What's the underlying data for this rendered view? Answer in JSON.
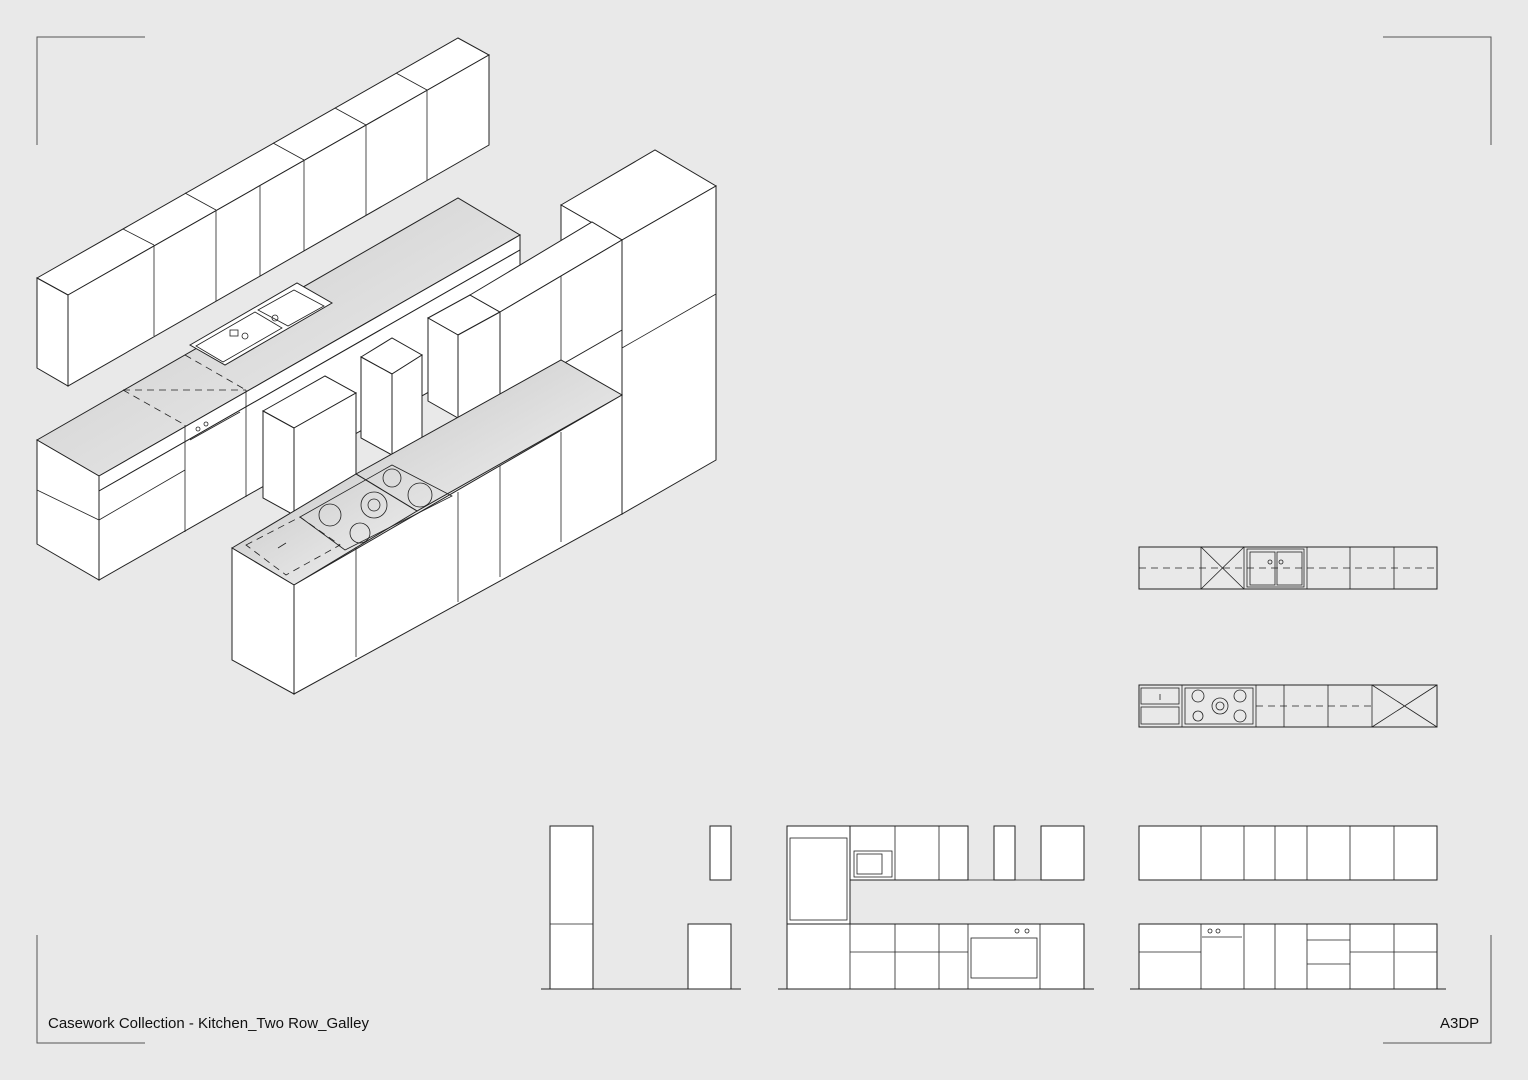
{
  "sheet": {
    "title": "Casework Collection -  Kitchen_Two Row_Galley",
    "brand": "A3DP"
  },
  "views": {
    "axonometric": "exploded-isometric",
    "plans": [
      "upper-run-plan",
      "lower-run-plan"
    ],
    "elevations": [
      "side-elevation",
      "range-wall-elevation",
      "sink-wall-elevation"
    ]
  },
  "colors": {
    "background": "#e9e9e9",
    "line": "#222222",
    "worktop": "#d9d9d9"
  }
}
